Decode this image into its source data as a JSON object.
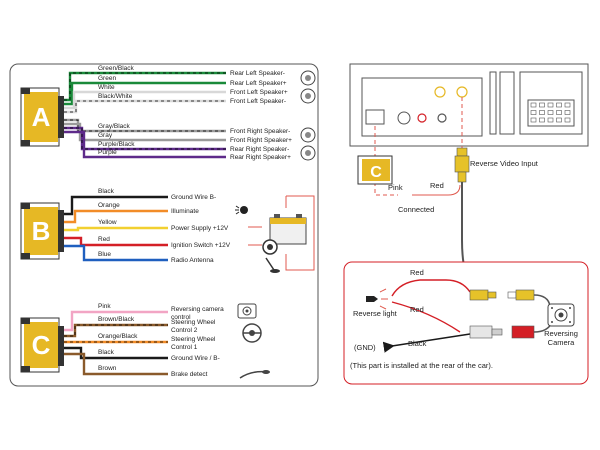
{
  "colors": {
    "badge": "#e6b825",
    "badge_text": "#ffffff",
    "panel_border": "#555555",
    "dashed_red": "#e05a4f",
    "yellow_wire": "#e6c229",
    "red_wire": "#d41f26",
    "black_wire": "#1a1a1a"
  },
  "connector_a": {
    "letter": "A",
    "wires": [
      {
        "label": "Green/Black",
        "dest": "Rear Left Speaker-",
        "color": "#1a8a3a",
        "stripe": "#000000"
      },
      {
        "label": "Green",
        "dest": "Rear Left Speaker+",
        "color": "#1a8a3a",
        "stripe": ""
      },
      {
        "label": "White",
        "dest": "Front Left Speaker+",
        "color": "#d8d8d8",
        "stripe": ""
      },
      {
        "label": "Black/White",
        "dest": "Front Left Speaker-",
        "color": "#d8d8d8",
        "stripe": "#000000"
      },
      {
        "label": "Gray/Black",
        "dest": "Front Right Speaker-",
        "color": "#9a9a9a",
        "stripe": "#000000"
      },
      {
        "label": "Gray",
        "dest": "Front Right Speaker+",
        "color": "#9a9a9a",
        "stripe": ""
      },
      {
        "label": "Purple/Black",
        "dest": "Rear Right Speaker-",
        "color": "#5e2a8a",
        "stripe": "#000000"
      },
      {
        "label": "Purple",
        "dest": "Rear Right Speaker+",
        "color": "#5e2a8a",
        "stripe": ""
      }
    ]
  },
  "connector_b": {
    "letter": "B",
    "wires": [
      {
        "label": "Black",
        "dest": "Ground Wire B-",
        "color": "#1a1a1a"
      },
      {
        "label": "Orange",
        "dest": "Illuminate",
        "color": "#f28c28"
      },
      {
        "label": "Yellow",
        "dest": "Power Supply +12V",
        "color": "#f2d030"
      },
      {
        "label": "Red",
        "dest": "Ignition Switch +12V",
        "color": "#d41f26"
      },
      {
        "label": "Blue",
        "dest": "Radio Antenna",
        "color": "#1f5fbf"
      }
    ]
  },
  "connector_c": {
    "letter": "C",
    "wires": [
      {
        "label": "Pink",
        "dest": "Reversing camera",
        "dest2": "control",
        "color": "#f2a5c4"
      },
      {
        "label": "Brown/Black",
        "dest": "Steering Wheel",
        "dest2": "Control 2",
        "color": "#8a5a2b"
      },
      {
        "label": "Orange/Black",
        "dest": "Steering Wheel",
        "dest2": "Control 1",
        "color": "#f28c28"
      },
      {
        "label": "Black",
        "dest": "Ground Wire / B-",
        "dest2": "",
        "color": "#1a1a1a"
      },
      {
        "label": "Brown",
        "dest": "Brake detect",
        "dest2": "",
        "color": "#8a5a2b"
      }
    ]
  },
  "top_right": {
    "connector_letter": "C",
    "pink_label": "Pink",
    "red_label": "Red",
    "connected_label": "Connected",
    "reverse_video_label": "Reverse Video Input"
  },
  "bottom_right": {
    "red_top_label": "Red",
    "red_mid_label": "Red",
    "black_label": "Black",
    "reverse_light_label": "Reverse light",
    "gnd_label": "(GND)",
    "camera_label_1": "Reversing",
    "camera_label_2": "Camera",
    "note": "(This part is installed at the rear of the car)."
  }
}
